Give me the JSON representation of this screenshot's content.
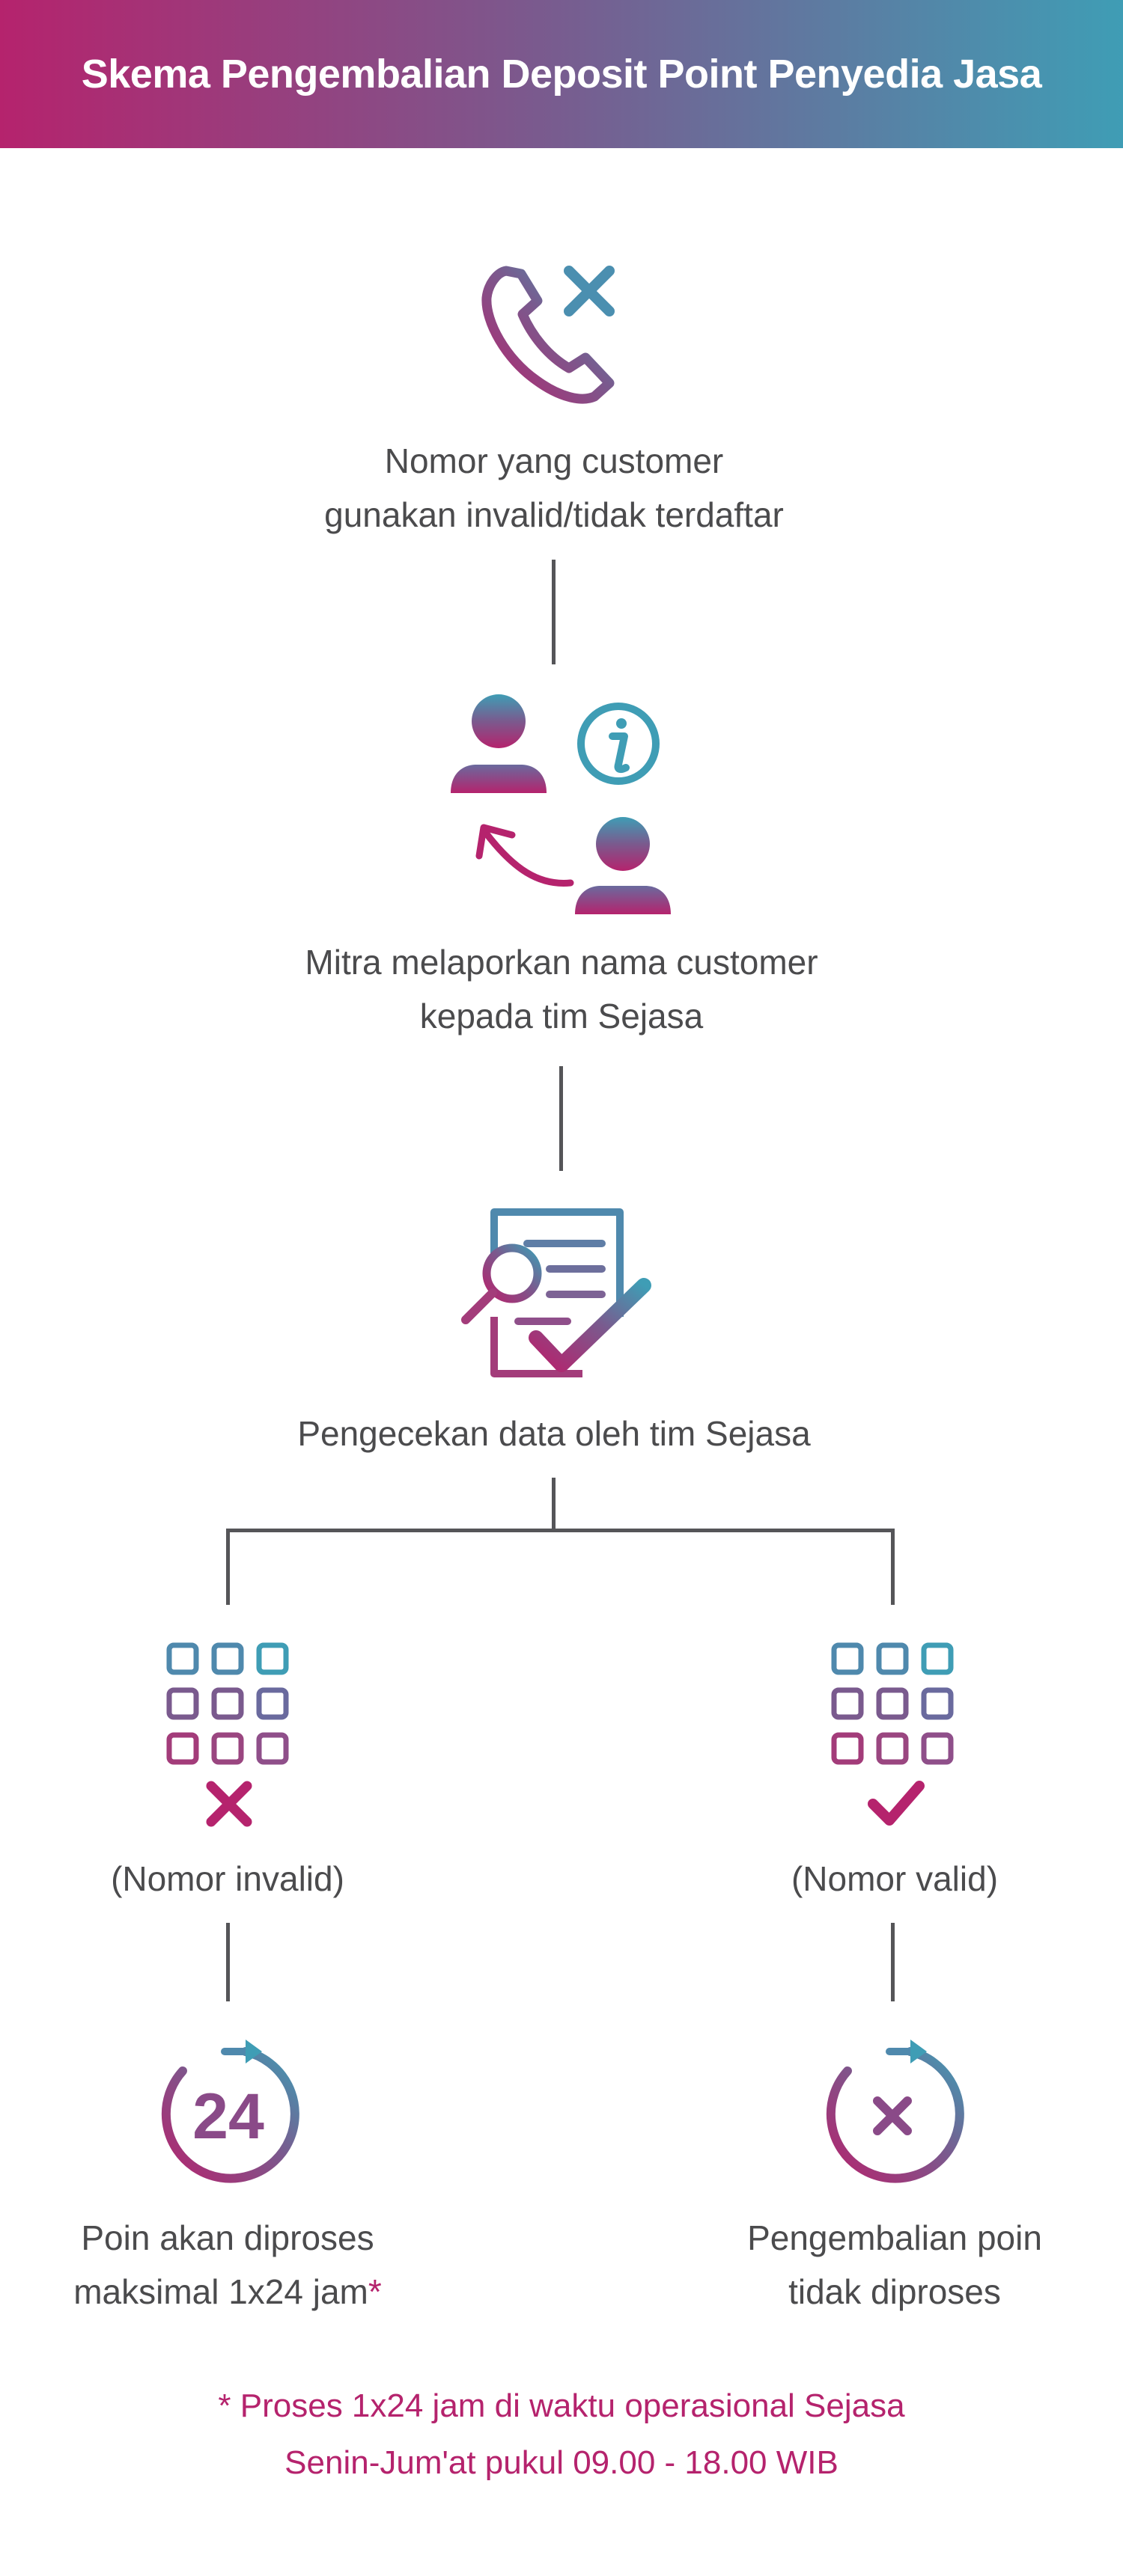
{
  "title": "Skema Pengembalian Deposit Point Penyedia Jasa",
  "steps": {
    "step1": [
      "Nomor yang customer",
      "gunakan invalid/tidak terdaftar"
    ],
    "step2": [
      "Mitra melaporkan nama customer",
      "kepada tim Sejasa"
    ],
    "step3": "Pengecekan data oleh tim Sejasa"
  },
  "branches": {
    "left": {
      "status": "(Nomor invalid)",
      "result": [
        "Poin akan diproses",
        "maksimal 1x24 jam"
      ],
      "asterisk": "*",
      "timer_text": "24"
    },
    "right": {
      "status": "(Nomor valid)",
      "result": [
        "Pengembalian poin",
        "tidak diproses"
      ]
    }
  },
  "note": [
    "* Proses 1x24 jam di waktu operasional Sejasa",
    "Senin-Jum'at pukul 09.00 - 18.00 WIB"
  ],
  "colors": {
    "magenta": "#b5236d",
    "purple": "#7a5a8e",
    "teal": "#3f9db5",
    "text": "#4b4b4d",
    "line": "#555558"
  },
  "icons": [
    "phone-x-icon",
    "users-info-icon",
    "document-search-check-icon",
    "keypad-x-icon",
    "keypad-check-icon",
    "timer-24-icon",
    "timer-x-icon"
  ]
}
